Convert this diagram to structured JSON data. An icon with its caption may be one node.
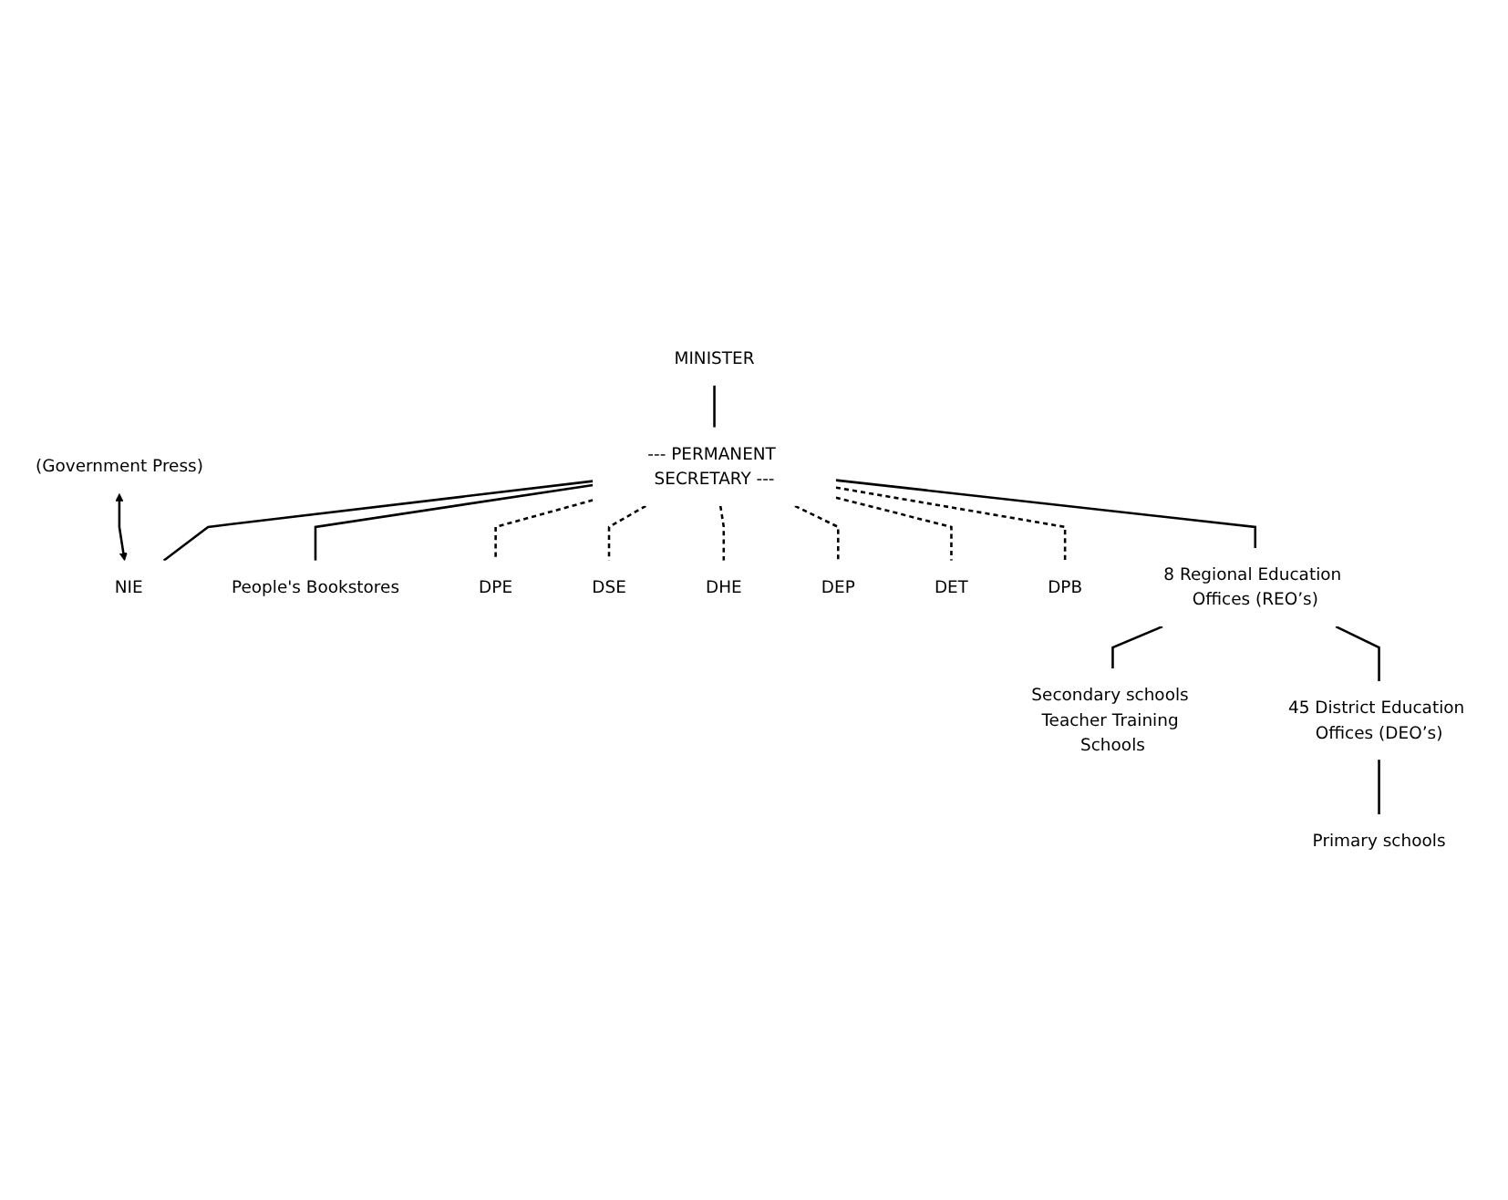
{
  "diagram": {
    "nodes": [
      {
        "text": [
          "MINISTER"
        ]
      },
      {
        "text": [
          "--- PERMANENT SECRETARY ---"
        ]
      },
      {
        "text": [
          "(Government Press)"
        ]
      },
      {
        "text": [
          "NIE"
        ]
      },
      {
        "text": [
          "People's Bookstores"
        ]
      },
      {
        "text": [
          "DPE"
        ]
      },
      {
        "text": [
          "DSE"
        ]
      },
      {
        "text": [
          "DHE"
        ]
      },
      {
        "text": [
          "DEP"
        ]
      },
      {
        "text": [
          "DET"
        ]
      },
      {
        "text": [
          "DPB"
        ]
      },
      {
        "text": [
          "8 Regional Education Offices (REO’s)"
        ]
      },
      {
        "text": [
          "Secondary schools Teacher Training Schools"
        ]
      },
      {
        "text": [
          "45 District Education Offices (DEO’s)"
        ]
      },
      {
        "text": [
          "Primary schools"
        ]
      }
    ],
    "edges": [
      {
        "from": 0,
        "to": 1,
        "arrow": "none"
      },
      {
        "from": 1,
        "to": 3,
        "arrow": "none"
      },
      {
        "from": 1,
        "to": 4,
        "arrow": "none"
      },
      {
        "from": 2,
        "to": 3,
        "arrow": "both"
      },
      {
        "from": 1,
        "to": 5,
        "arrow": "none",
        "style": "dashed"
      },
      {
        "from": 1,
        "to": 6,
        "arrow": "none",
        "style": "dashed"
      },
      {
        "from": 1,
        "to": 7,
        "arrow": "none",
        "style": "dashed"
      },
      {
        "from": 1,
        "to": 8,
        "arrow": "none",
        "style": "dashed"
      },
      {
        "from": 1,
        "to": 9,
        "arrow": "none",
        "style": "dashed"
      },
      {
        "from": 1,
        "to": 10,
        "arrow": "none",
        "style": "dashed"
      },
      {
        "from": 1,
        "to": 11,
        "arrow": "none"
      },
      {
        "from": 11,
        "to": 12,
        "arrow": "none"
      },
      {
        "from": 11,
        "to": 13,
        "arrow": "none"
      },
      {
        "from": 13,
        "to": 14,
        "arrow": "none"
      }
    ]
  }
}
